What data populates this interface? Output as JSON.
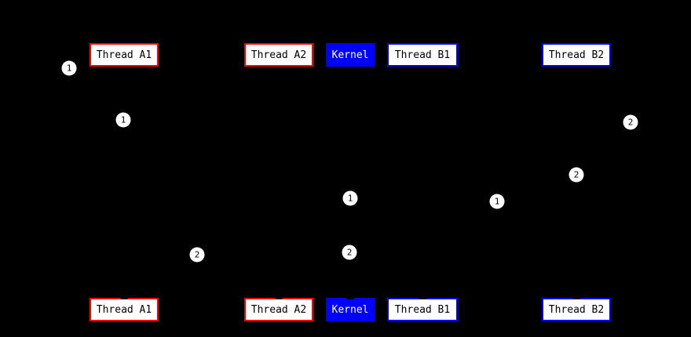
{
  "diagram": {
    "type": "sequence-diagram",
    "background_color": "#000000",
    "colors": {
      "thread_a_border": "#ff0000",
      "thread_b_border": "#0000ff",
      "kernel_fill": "#0000ff",
      "box_fill": "#ffffff",
      "marker_fill": "#ffffff",
      "marker_text": "#000000"
    },
    "actors": [
      {
        "label": "Thread A1",
        "border_color": "#ff0000",
        "fill_color": "#ffffff",
        "text_color": "#000000"
      },
      {
        "label": "Thread A2",
        "border_color": "#ff0000",
        "fill_color": "#ffffff",
        "text_color": "#000000"
      },
      {
        "label": "Kernel",
        "border_color": "#0000ff",
        "fill_color": "#0000ff",
        "text_color": "#ffffff"
      },
      {
        "label": "Thread B1",
        "border_color": "#0000ff",
        "fill_color": "#ffffff",
        "text_color": "#000000"
      },
      {
        "label": "Thread B2",
        "border_color": "#0000ff",
        "fill_color": "#ffffff",
        "text_color": "#000000"
      }
    ],
    "markers": [
      {
        "label": "1"
      },
      {
        "label": "1"
      },
      {
        "label": "2"
      },
      {
        "label": "2"
      },
      {
        "label": "1"
      },
      {
        "label": "1"
      },
      {
        "label": "2"
      },
      {
        "label": "2"
      }
    ]
  }
}
